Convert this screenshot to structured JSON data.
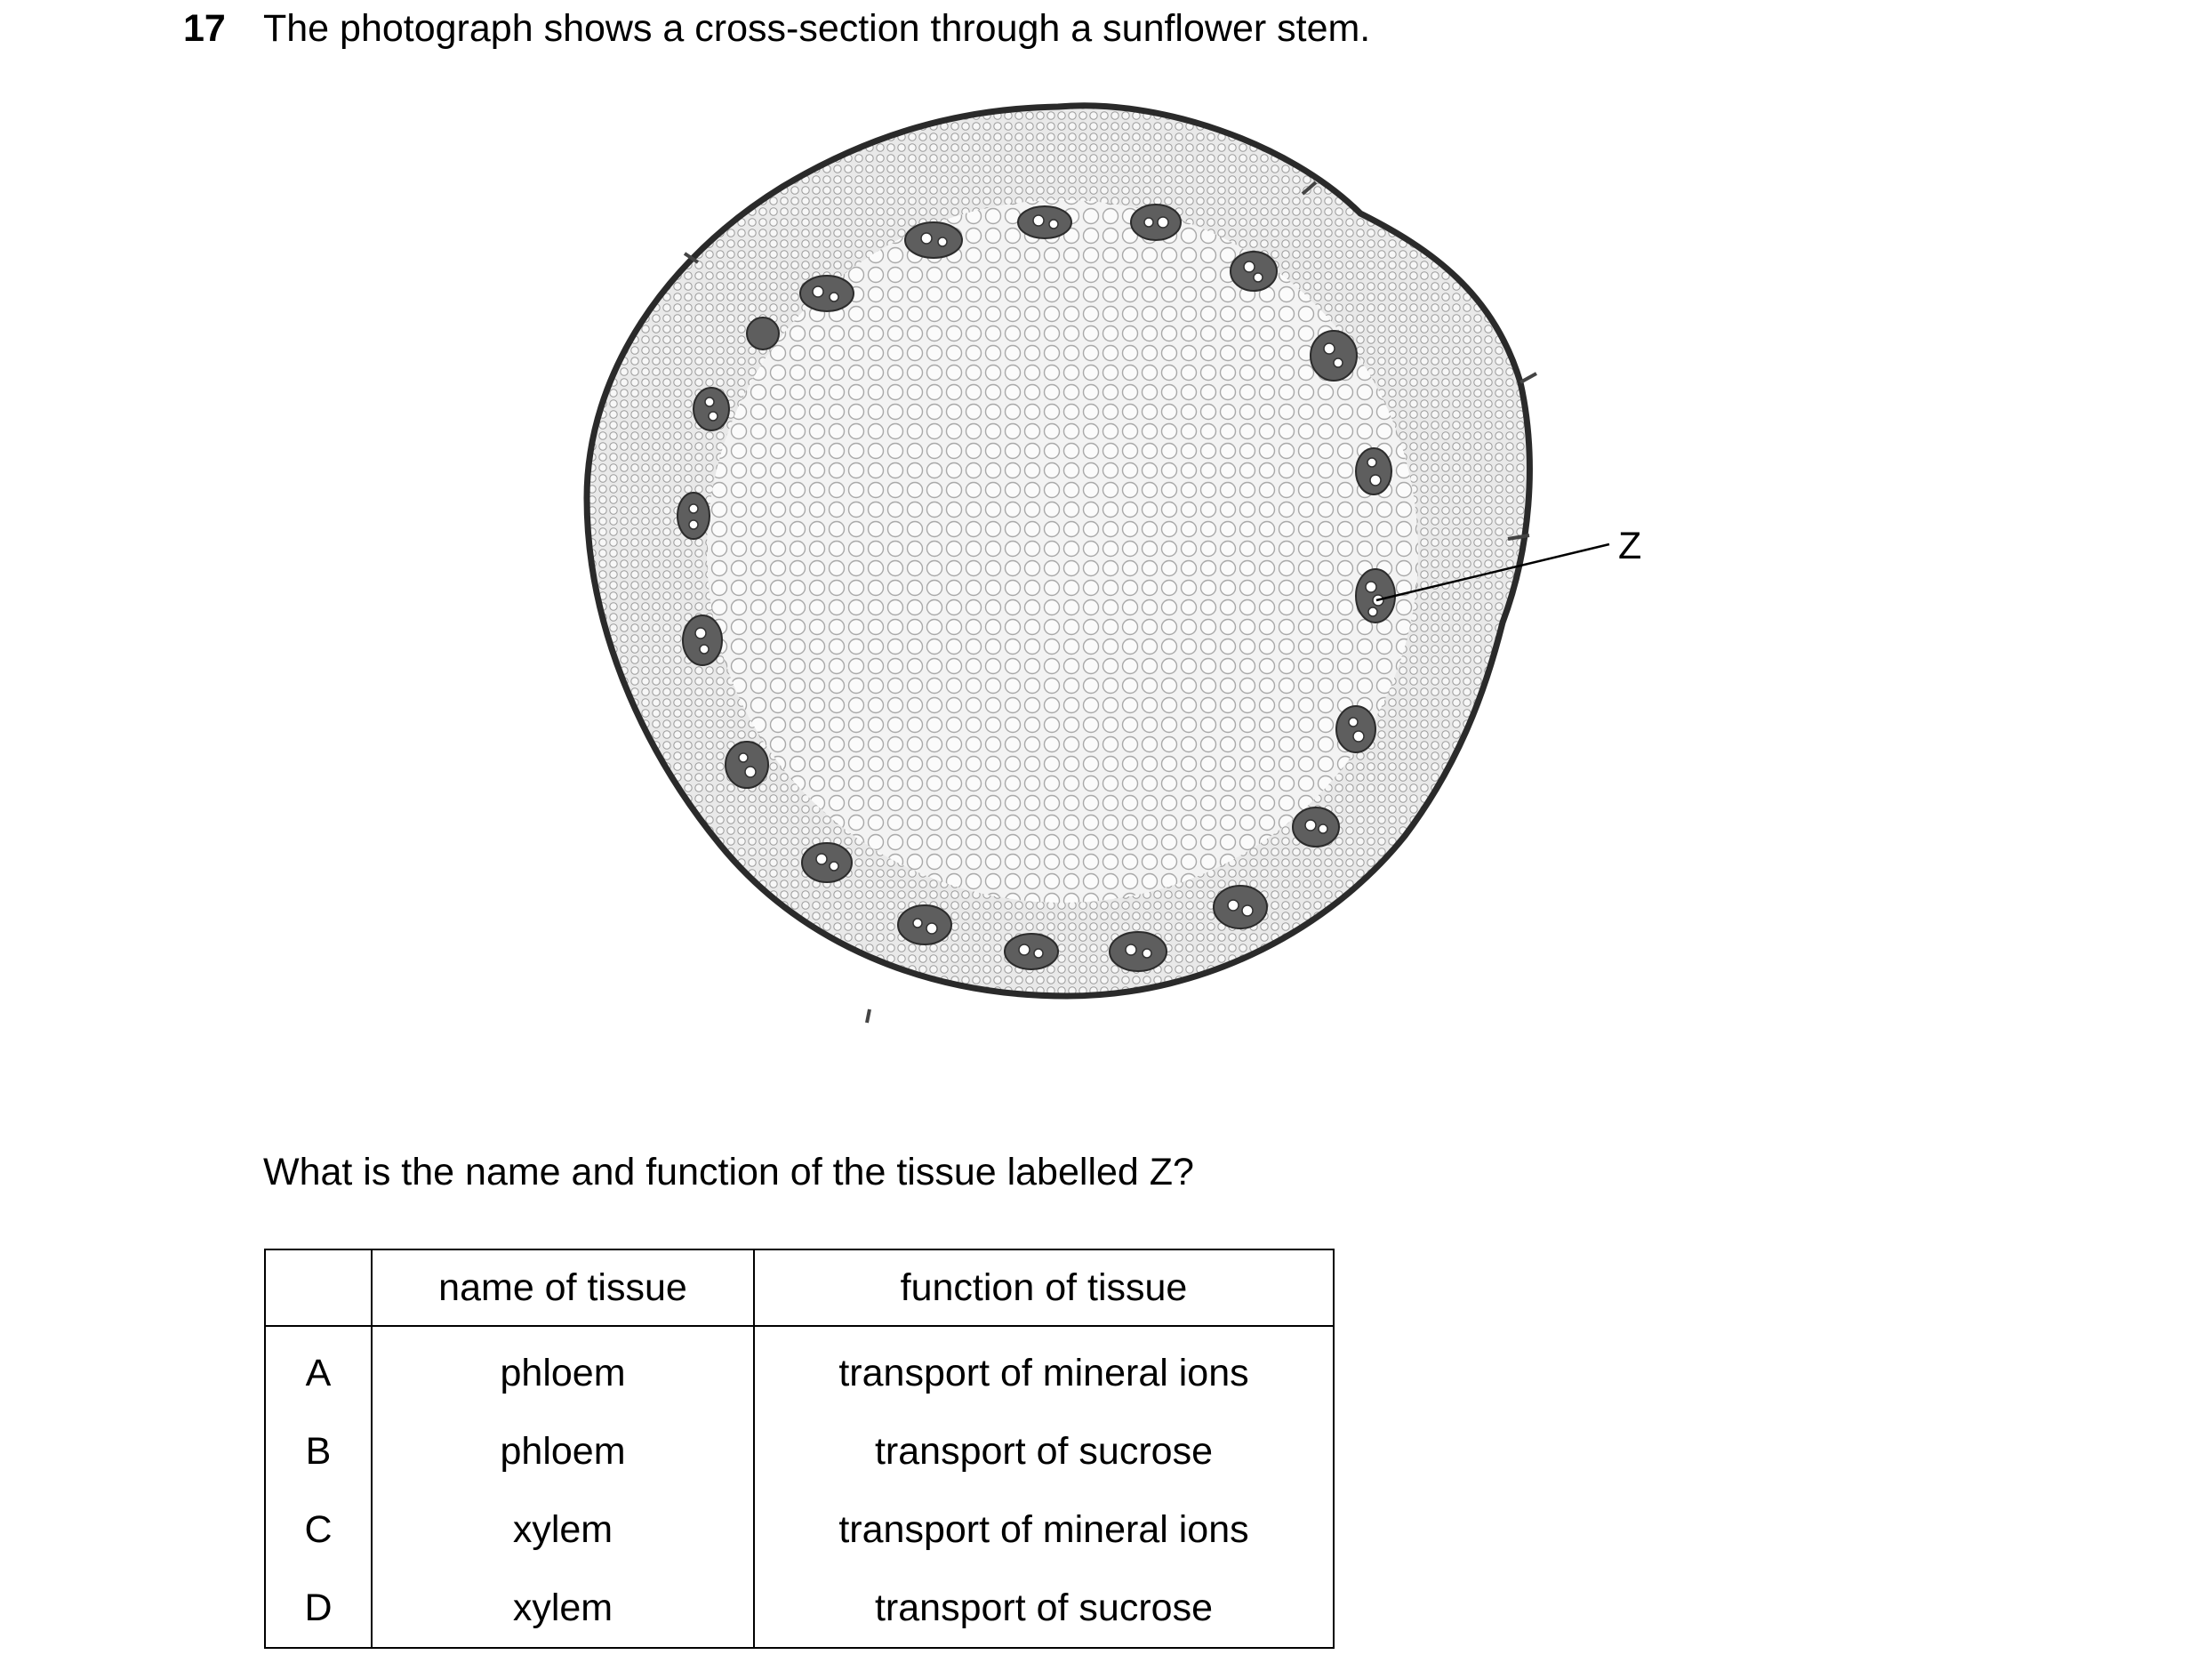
{
  "question": {
    "number": "17",
    "text": "The photograph shows a cross-section through a sunflower stem.",
    "sub_question": "What is the name and function of the tissue labelled Z?"
  },
  "figure": {
    "label": "Z"
  },
  "table": {
    "headers": [
      "",
      "name of tissue",
      "function of tissue"
    ],
    "rows": [
      {
        "key": "A",
        "name": "phloem",
        "function": "transport of mineral ions"
      },
      {
        "key": "B",
        "name": "phloem",
        "function": "transport of sucrose"
      },
      {
        "key": "C",
        "name": "xylem",
        "function": "transport of mineral ions"
      },
      {
        "key": "D",
        "name": "xylem",
        "function": "transport of sucrose"
      }
    ]
  }
}
